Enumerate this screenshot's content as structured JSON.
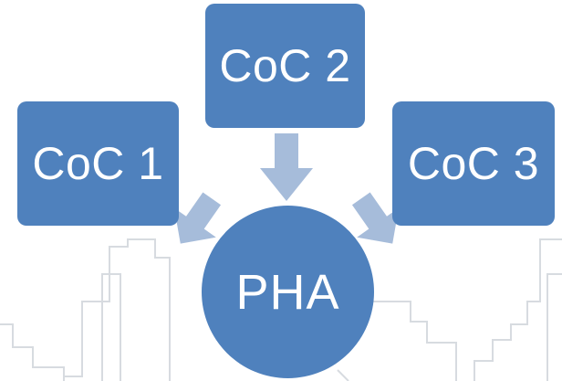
{
  "colors": {
    "box_fill": "#4f81bd",
    "arrow_fill": "#a6bcda",
    "skyline_stroke": "#d7dbe0"
  },
  "diagram": {
    "boxes": [
      {
        "id": "coc1",
        "label": "CoC 1"
      },
      {
        "id": "coc2",
        "label": "CoC 2"
      },
      {
        "id": "coc3",
        "label": "CoC 3"
      }
    ],
    "center": {
      "label": "PHA"
    },
    "arrows": [
      {
        "from": "coc1",
        "to": "center"
      },
      {
        "from": "coc2",
        "to": "center"
      },
      {
        "from": "coc3",
        "to": "center"
      }
    ]
  }
}
